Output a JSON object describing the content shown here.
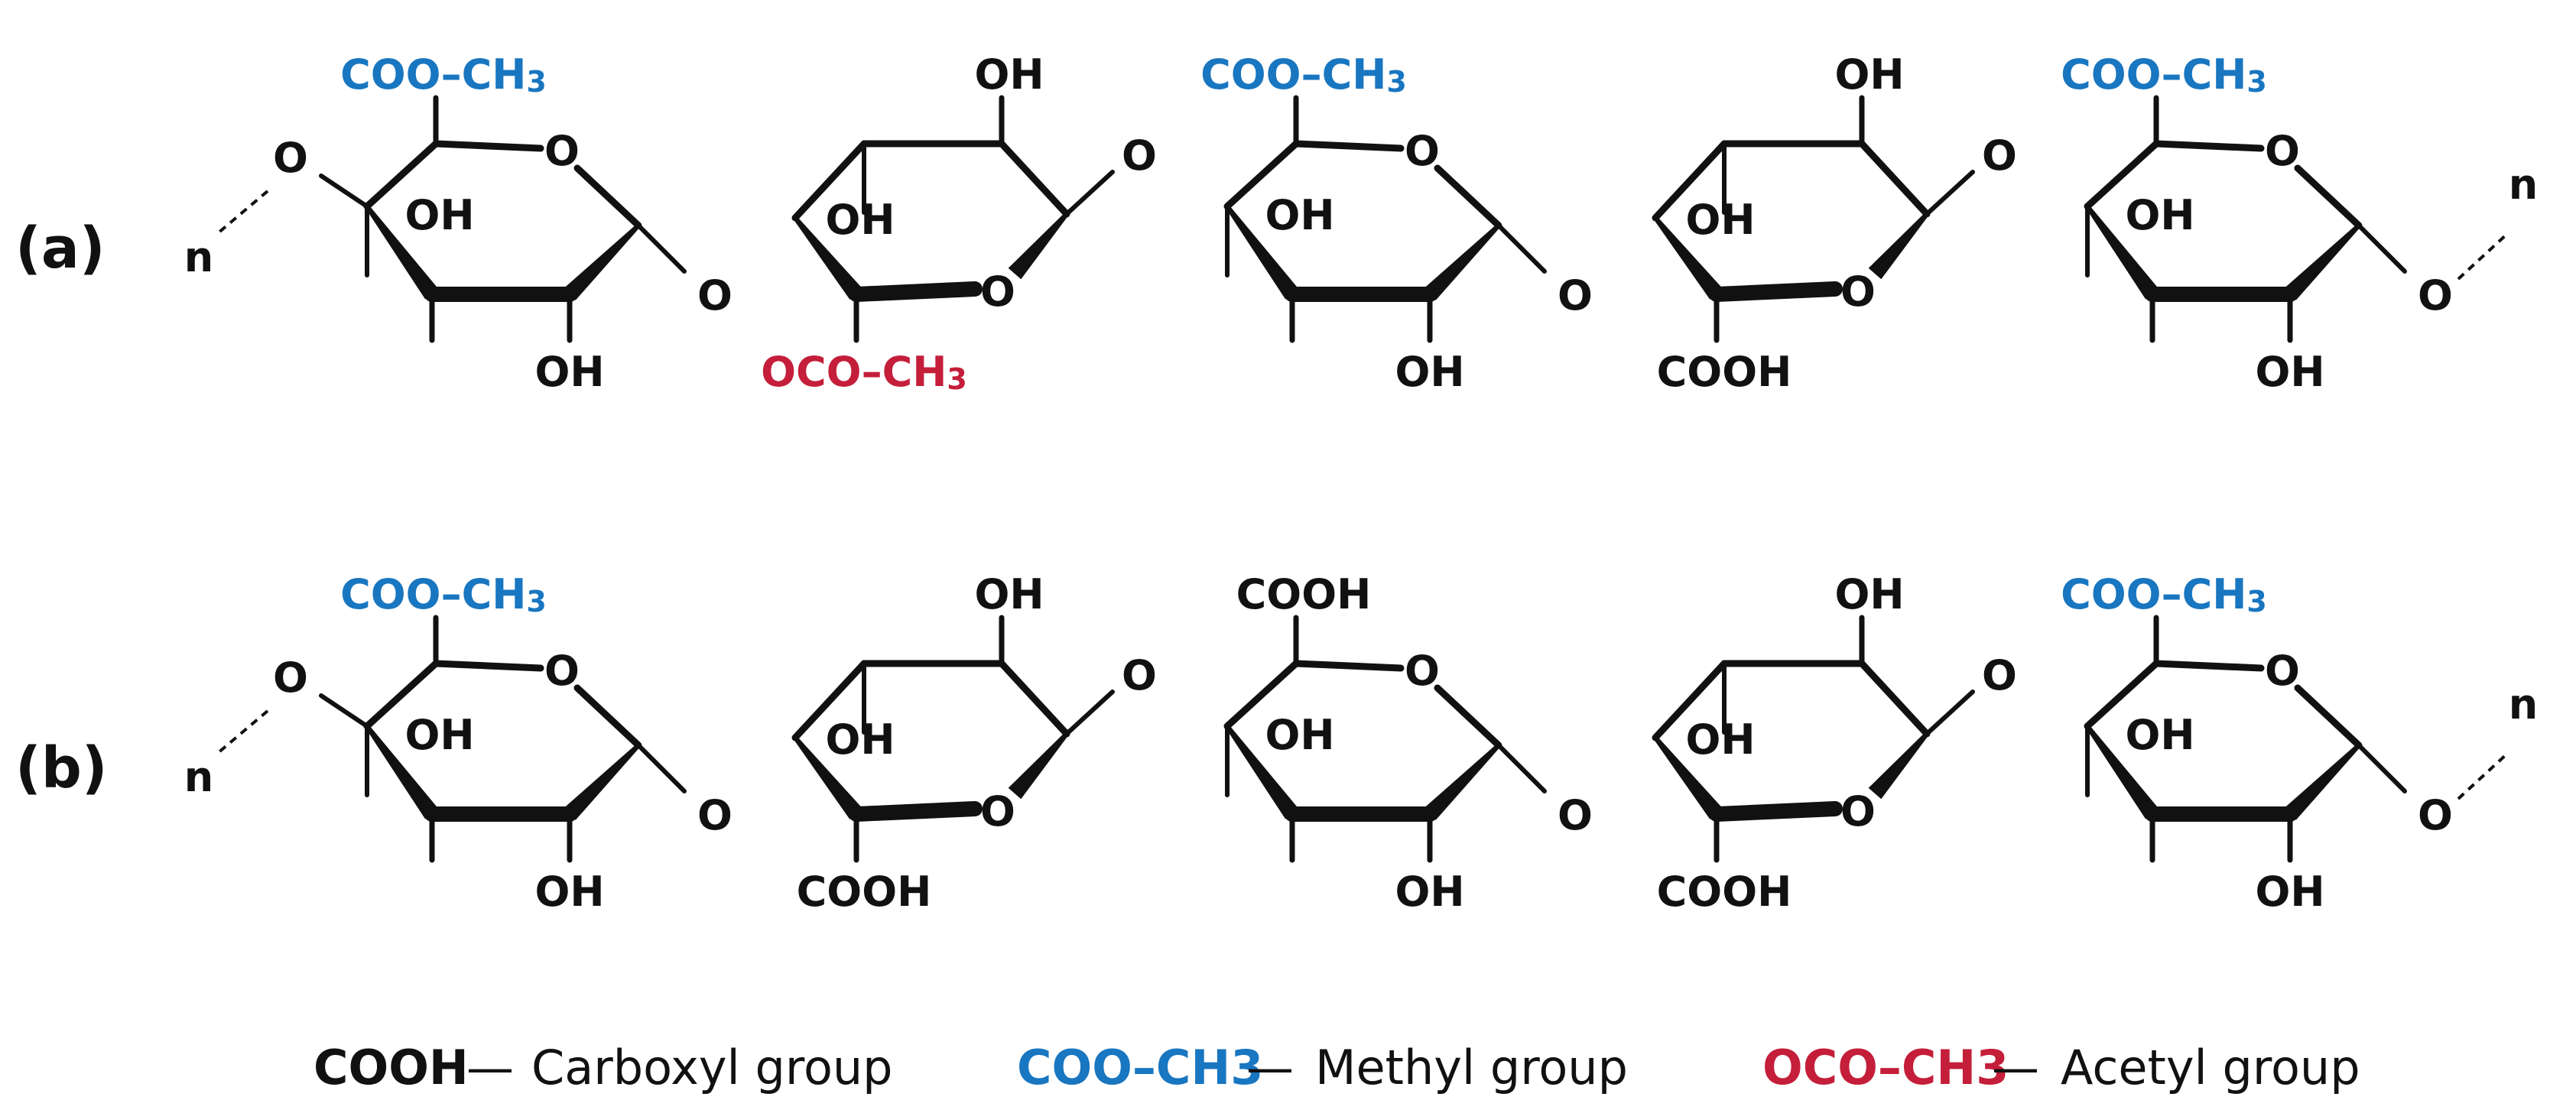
{
  "colors": {
    "black": "#111111",
    "methyl": "#1976c0",
    "acetyl": "#c41e3a"
  },
  "chains": [
    {
      "label": "(a)",
      "end_left": "n",
      "end_right": "n",
      "glycosidic_o": "O",
      "units": [
        {
          "orientation": "up",
          "ring_o": "O",
          "o6_ring": "O",
          "top": "COO–CH3",
          "top_color": "methyl",
          "inner_oh": "OH",
          "bottom": "OH",
          "bottom_color": "black"
        },
        {
          "orientation": "down",
          "ring_o": "O",
          "top": "OH",
          "top_color": "black",
          "inner_oh": "OH",
          "bottom": "OCO–CH3",
          "bottom_color": "acetyl"
        },
        {
          "orientation": "up",
          "ring_o": "O",
          "top": "COO–CH3",
          "top_color": "methyl",
          "inner_oh": "OH",
          "bottom": "OH",
          "bottom_color": "black"
        },
        {
          "orientation": "down",
          "ring_o": "O",
          "top": "OH",
          "top_color": "black",
          "inner_oh": "OH",
          "bottom": "COOH",
          "bottom_color": "black"
        },
        {
          "orientation": "up",
          "ring_o": "O",
          "top": "COO–CH3",
          "top_color": "methyl",
          "inner_oh": "OH",
          "bottom": "OH",
          "bottom_color": "black"
        }
      ]
    },
    {
      "label": "(b)",
      "end_left": "n",
      "end_right": "n",
      "glycosidic_o": "O",
      "units": [
        {
          "orientation": "up",
          "ring_o": "O",
          "top": "COO–CH3",
          "top_color": "methyl",
          "inner_oh": "OH",
          "bottom": "OH",
          "bottom_color": "black"
        },
        {
          "orientation": "down",
          "ring_o": "O",
          "top": "OH",
          "top_color": "black",
          "inner_oh": "OH",
          "bottom": "COOH",
          "bottom_color": "black"
        },
        {
          "orientation": "up",
          "ring_o": "O",
          "top": "COOH",
          "top_color": "black",
          "inner_oh": "OH",
          "bottom": "OH",
          "bottom_color": "black"
        },
        {
          "orientation": "down",
          "ring_o": "O",
          "top": "OH",
          "top_color": "black",
          "inner_oh": "OH",
          "bottom": "COOH",
          "bottom_color": "black"
        },
        {
          "orientation": "up",
          "ring_o": "O",
          "top": "COO–CH3",
          "top_color": "methyl",
          "inner_oh": "OH",
          "bottom": "OH",
          "bottom_color": "black"
        }
      ]
    }
  ],
  "legend": [
    {
      "code": "COOH",
      "color": "black",
      "separator": "—",
      "text": "Carboxyl group"
    },
    {
      "code": "COO–CH3",
      "color": "methyl",
      "separator": "—",
      "text": "Methyl group"
    },
    {
      "code": "OCO–CH3",
      "color": "acetyl",
      "separator": "—",
      "text": "Acetyl group"
    }
  ]
}
